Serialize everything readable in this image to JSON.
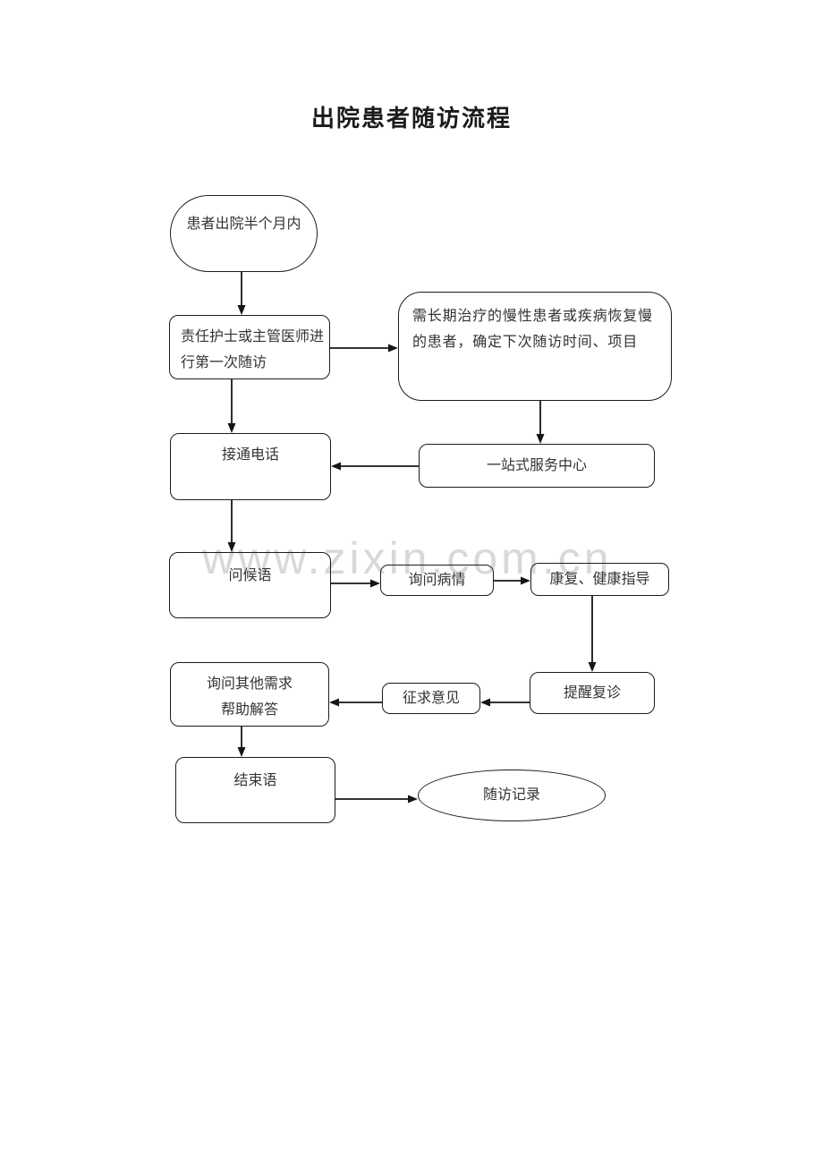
{
  "page": {
    "title": "出院患者随访流程",
    "watermark": "www.zixin.com.cn",
    "background_color": "#ffffff",
    "line_color": "#161616",
    "watermark_color": "#d8d8d8"
  },
  "nodes": {
    "start": {
      "label": "患者出院半个月内",
      "shape": "stadium"
    },
    "first_visit": {
      "line1": "责任护士或主管医师进",
      "line2": "行第一次随访",
      "shape": "rounded-rect"
    },
    "chronic_plan": {
      "line1": "需长期治疗的慢性患者或疾病恢复慢",
      "line2": "的患者，确定下次随访时间、项目",
      "shape": "rounded-rect"
    },
    "connect_call": {
      "label": "接通电话",
      "shape": "rounded-rect"
    },
    "service_center": {
      "label": "一站式服务中心",
      "shape": "rounded-rect"
    },
    "greeting": {
      "label": "问候语",
      "shape": "rounded-rect"
    },
    "ask_condition": {
      "label": "询问病情",
      "shape": "rounded-rect"
    },
    "rehab_guidance": {
      "label": "康复、健康指导",
      "shape": "rounded-rect"
    },
    "remind_revisit": {
      "label": "提醒复诊",
      "shape": "rounded-rect"
    },
    "seek_opinion": {
      "label": "征求意见",
      "shape": "rounded-rect"
    },
    "other_needs": {
      "line1": "询问其他需求",
      "line2": "帮助解答",
      "shape": "rounded-rect"
    },
    "closing": {
      "label": "结束语",
      "shape": "rounded-rect"
    },
    "record": {
      "label": "随访记录",
      "shape": "ellipse"
    }
  },
  "edges": [
    {
      "from": "start",
      "to": "first_visit"
    },
    {
      "from": "first_visit",
      "to": "chronic_plan"
    },
    {
      "from": "first_visit",
      "to": "connect_call"
    },
    {
      "from": "chronic_plan",
      "to": "service_center"
    },
    {
      "from": "service_center",
      "to": "connect_call"
    },
    {
      "from": "connect_call",
      "to": "greeting"
    },
    {
      "from": "greeting",
      "to": "ask_condition"
    },
    {
      "from": "ask_condition",
      "to": "rehab_guidance"
    },
    {
      "from": "rehab_guidance",
      "to": "remind_revisit"
    },
    {
      "from": "remind_revisit",
      "to": "seek_opinion"
    },
    {
      "from": "seek_opinion",
      "to": "other_needs"
    },
    {
      "from": "other_needs",
      "to": "closing"
    },
    {
      "from": "closing",
      "to": "record"
    }
  ]
}
